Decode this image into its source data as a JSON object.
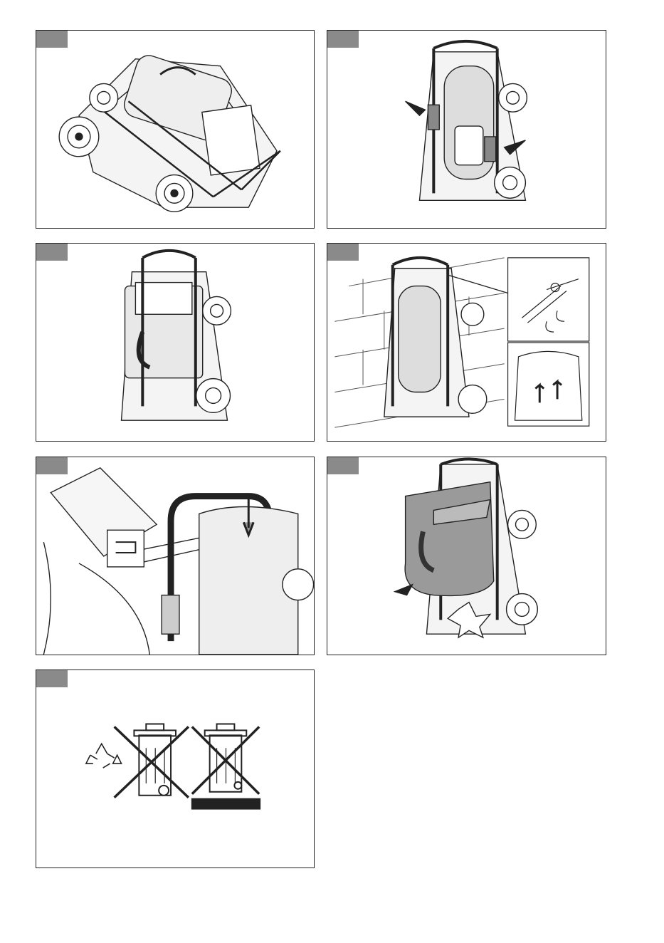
{
  "panels": [
    {
      "id": "p1",
      "label": "",
      "illustration": "lawn-mower-with-grass-box"
    },
    {
      "id": "p2",
      "label": "",
      "illustration": "mower-upright-handle-clamps"
    },
    {
      "id": "p3",
      "label": "",
      "illustration": "mower-upright-with-box"
    },
    {
      "id": "p4",
      "label": "",
      "illustration": "mower-wall-hanging-with-bracket"
    },
    {
      "id": "p5",
      "label": "",
      "illustration": "grass-box-fold-detail"
    },
    {
      "id": "p6",
      "label": "",
      "illustration": "grass-box-shaded-insert"
    },
    {
      "id": "p7",
      "label": "",
      "illustration": "disposal-symbols"
    }
  ],
  "footer_text": "",
  "colors": {
    "tab": "#8a8a8a",
    "shade": "#9a9a9a",
    "line": "#222222"
  }
}
